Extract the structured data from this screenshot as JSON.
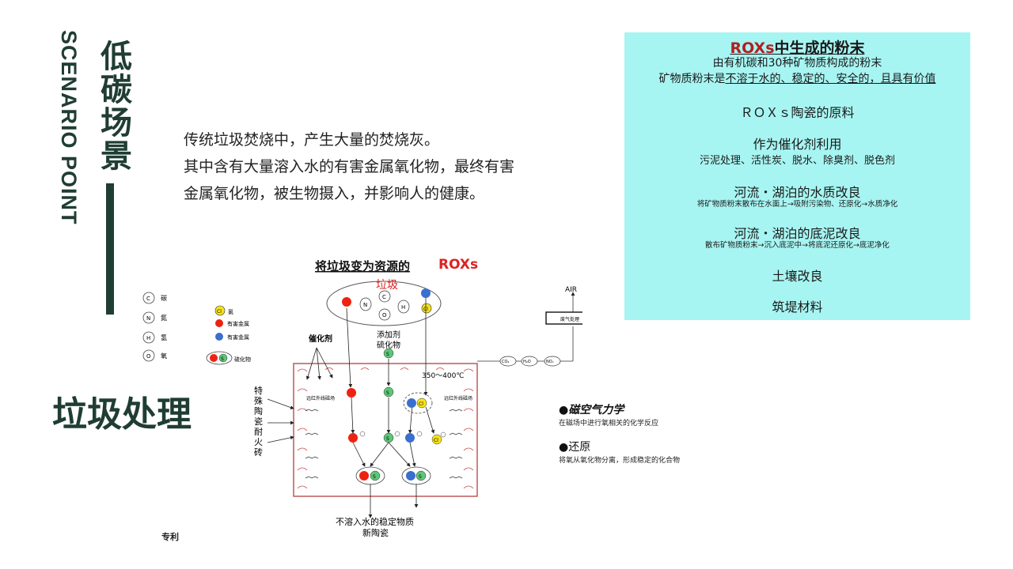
{
  "header": {
    "vertical_en": "SCENARIO POINT",
    "vertical_cn": "低碳场景",
    "section_title": "垃圾处理"
  },
  "intro": {
    "lines": [
      "传统垃圾焚烧中，产生大量的焚烧灰。",
      "其中含有大量溶入水的有害金属氧化物，最终有害",
      "金属氧化物，被生物摄入，并影响人的健康。"
    ]
  },
  "info_box": {
    "title_red": "ROXs",
    "title_rest": "中生成的粉末",
    "line1": "由有机碳和30种矿物质构成的粉末",
    "line2_prefix": "矿物质粉末是",
    "line2_underlined": "不溶于水的、稳定的、安全的，且具有价值",
    "raw_material": "ＲＯＸｓ陶瓷的原料",
    "catalyst_title": "作为催化剂利用",
    "catalyst_sub": "污泥处理、活性炭、脱水、除臭剂、脱色剂",
    "water_title": "河流・湖泊的水质改良",
    "water_sub": "将矿物质粉末散布在水面上→吸附污染物、还原化→水质净化",
    "sludge_title": "河流・湖泊的底泥改良",
    "sludge_sub": "散布矿物质粉末→沉入底泥中→将底泥还原化→底泥净化",
    "soil": "土壤改良",
    "embank": "筑堤材料",
    "accent_color": "#a7f5f2"
  },
  "diagram": {
    "title_prefix": "将垃圾变为资源的",
    "title_brand": "ROXs",
    "garbage": "垃圾",
    "legend": [
      {
        "symbol": "C",
        "label": "碳"
      },
      {
        "symbol": "N",
        "label": "氮"
      },
      {
        "symbol": "H",
        "label": "氢"
      },
      {
        "symbol": "O",
        "label": "氧"
      }
    ],
    "legend2": {
      "cl_label": "氯",
      "red_label": "有害金属",
      "blue_label": "有害金属",
      "sulfide_label": "硫化物"
    },
    "catalyst": "催化剂",
    "additive": "添加剂",
    "sulfide": "硫化物",
    "temp": "350～400℃",
    "far_ir": "远红外线磁场",
    "wall": "特殊陶瓷耐火砖",
    "air": "AIR",
    "exhaust": "废气处理",
    "gases": [
      "CO₂",
      "H₂O",
      "NOₓ"
    ],
    "output1": "不溶入水的稳定物质",
    "output2": "新陶瓷",
    "atoms": {
      "C": "C",
      "N": "N",
      "H": "H",
      "O": "O",
      "S": "S",
      "Cl": "Cl"
    }
  },
  "side_notes": {
    "h1": "●磁空气力学",
    "s1": "在磁场中进行氧相关的化学反应",
    "h2": "●还原",
    "s2": "将氧从氧化物分离，形成稳定的化合物"
  },
  "patent": "专利"
}
